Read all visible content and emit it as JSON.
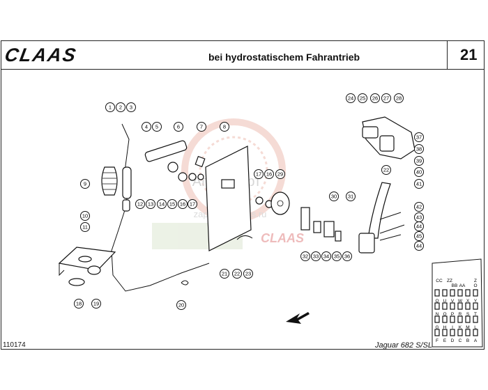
{
  "header": {
    "brand": "CLAAS",
    "title": "bei hydrostatischem Fahrantrieb",
    "page_number": "21"
  },
  "footer": {
    "document_number": "110174",
    "model": "Jaguar 682 S/SL"
  },
  "watermark": {
    "text1": "Агромпорт",
    "text2": "zapchasti-claas.ru",
    "text3": "CLAAS"
  },
  "callouts": [
    "1",
    "2",
    "3",
    "4",
    "5",
    "6",
    "7",
    "8",
    "9",
    "10",
    "11",
    "12",
    "13",
    "14",
    "15",
    "16",
    "17",
    "17",
    "16",
    "29",
    "18",
    "19",
    "20",
    "21",
    "22",
    "23",
    "24",
    "25",
    "26",
    "27",
    "28",
    "22",
    "37",
    "38",
    "39",
    "40",
    "41",
    "30",
    "31",
    "42",
    "43",
    "44",
    "45",
    "44",
    "32",
    "33",
    "34",
    "35",
    "36"
  ],
  "key_panel": {
    "row1": [
      "CC",
      "ZZ",
      "Z"
    ],
    "row1b": [
      "BB",
      "AA",
      "O"
    ],
    "row2": [
      "Q",
      "U",
      "V",
      "W",
      "X",
      "Y"
    ],
    "row3": [
      "N",
      "O",
      "P",
      "R",
      "S",
      "T"
    ],
    "row4": [
      "G",
      "H",
      "I",
      "K",
      "M",
      "L"
    ],
    "row5": [
      "F",
      "E",
      "D",
      "C",
      "B",
      "A"
    ]
  }
}
